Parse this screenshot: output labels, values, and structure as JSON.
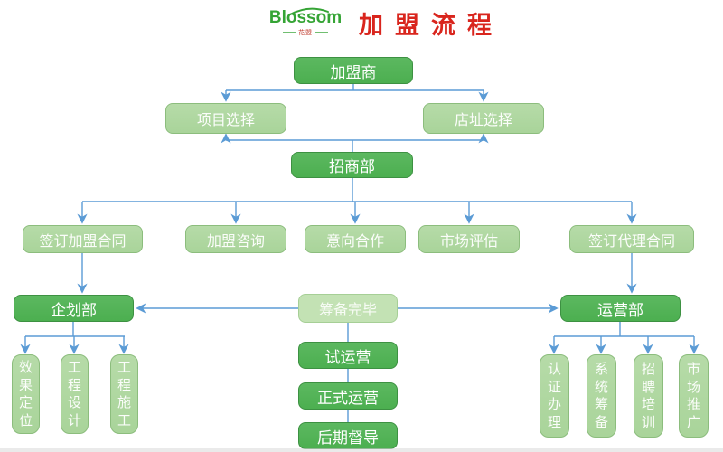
{
  "header": {
    "logo_text": "Blossom",
    "logo_subtext": "花盟",
    "title": "加盟流程"
  },
  "colors": {
    "dark_green": "#4caf50",
    "dark_green_border": "#3d9142",
    "light_green": "#a9d49a",
    "light_green_border": "#8cbd7d",
    "pale_green": "#c3e2b4",
    "arrow_blue": "#5b9bd5",
    "title_red": "#d9251d",
    "logo_green": "#35a435"
  },
  "nodes": {
    "franchisee": "加盟商",
    "project_selection": "项目选择",
    "site_selection": "店址选择",
    "investment_dept": "招商部",
    "sign_franchise_contract": "签订加盟合同",
    "franchise_consulting": "加盟咨询",
    "intent_cooperation": "意向合作",
    "market_evaluation": "市场评估",
    "sign_agency_contract": "签订代理合同",
    "planning_dept": "企划部",
    "preparation_complete": "筹备完毕",
    "operation_dept": "运营部",
    "effect_positioning": "效果定位",
    "engineering_design": "工程设计",
    "engineering_construction": "工程施工",
    "trial_operation": "试运营",
    "official_operation": "正式运营",
    "follow_up_supervision": "后期督导",
    "certification_handling": "认证办理",
    "system_preparation": "系统筹备",
    "recruitment_training": "招聘培训",
    "market_promotion": "市场推广"
  }
}
